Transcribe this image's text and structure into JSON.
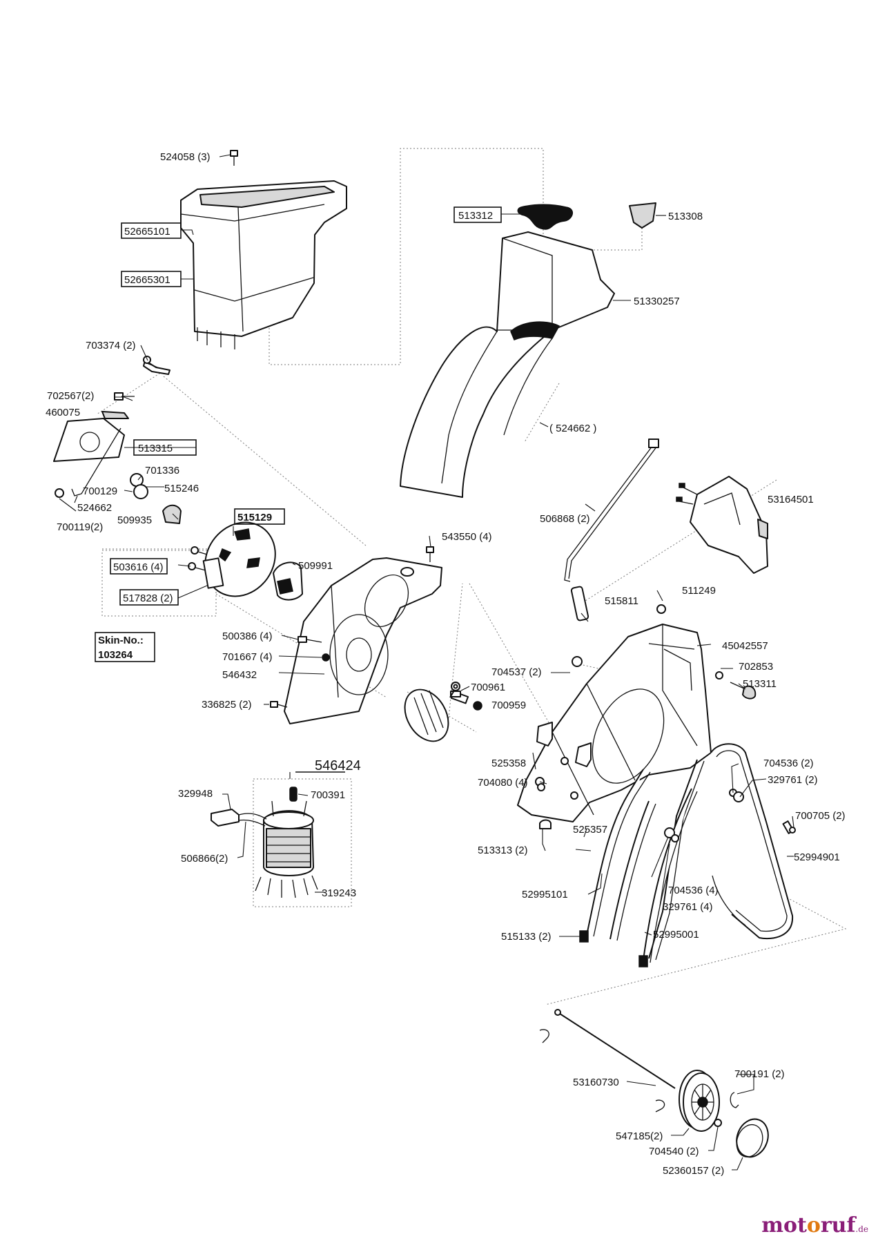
{
  "labels": {
    "l524058": "524058 (3)",
    "l52665101": "52665101",
    "l52665301": "52665301",
    "l513312": "513312",
    "l513308": "513308",
    "l51330257": "51330257",
    "l703374": "703374 (2)",
    "l702567": "702567(2)",
    "l460075": "460075",
    "l513315": "513315",
    "l524662p": "( 524662 )",
    "l701336": "701336",
    "l700129": "700129",
    "l515246": "515246",
    "l524662": "524662",
    "l700119": "700119(2)",
    "l509935": "509935",
    "l515129": "515129",
    "l506868": "506868 (2)",
    "l53164501": "53164501",
    "l543550": "543550 (4)",
    "l503616": "503616 (4)",
    "l509991": "509991",
    "l517828": "517828 (2)",
    "l515811": "515811",
    "l511249": "511249",
    "l_skin1": "Skin-No.:",
    "l_skin2": "103264",
    "l500386": "500386 (4)",
    "l45042557": "45042557",
    "l701667": "701667 (4)",
    "l546432": "546432",
    "l704537": "704537 (2)",
    "l702853": "702853",
    "l700961": "700961",
    "l513311": "513311",
    "l336825": "336825 (2)",
    "l700959": "700959",
    "l546424": "546424",
    "l525358": "525358",
    "l704536a": "704536 (2)",
    "l329948": "329948",
    "l700391": "700391",
    "l704080": "704080 (4)",
    "l329761a": "329761 (2)",
    "l700705": "700705 (2)",
    "l525357": "525357",
    "l506866": "506866(2)",
    "l513313": "513313 (2)",
    "l52994901": "52994901",
    "l704536b": "704536 (4)",
    "l319243": "319243",
    "l52995101": "52995101",
    "l329761b": "329761 (4)",
    "l515133": "515133 (2)",
    "l52995001": "52995001",
    "l53160730": "53160730",
    "l700191": "700191 (2)",
    "l547185": "547185(2)",
    "l704540": "704540 (2)",
    "l52360157": "52360157 (2)"
  },
  "watermark": {
    "name_a": "mot",
    "name_b": "o",
    "name_c": "ruf",
    "suffix": ".de"
  }
}
